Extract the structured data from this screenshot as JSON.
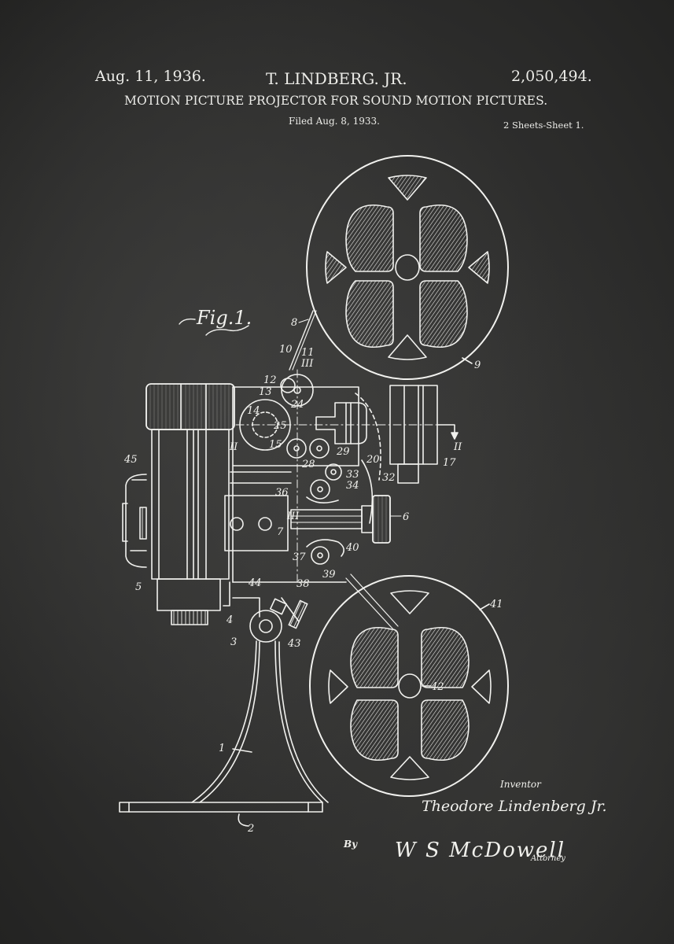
{
  "header": {
    "date": "Aug. 11, 1936.",
    "inventor": "T. LINDBERG. JR.",
    "patent_number": "2,050,494.",
    "title": "MOTION PICTURE PROJECTOR FOR SOUND MOTION PICTURES.",
    "filed": "Filed Aug. 8, 1933.",
    "sheets": "2 Sheets-Sheet 1."
  },
  "figure": {
    "label": "Fig.1.",
    "reference_numerals": [
      "1",
      "2",
      "3",
      "4",
      "5",
      "6",
      "7",
      "8",
      "9",
      "10",
      "11",
      "12",
      "13",
      "14",
      "15",
      "17",
      "20",
      "24",
      "25",
      "28",
      "29",
      "32",
      "33",
      "34",
      "36",
      "37",
      "38",
      "39",
      "40",
      "41",
      "42",
      "43",
      "44",
      "45",
      "II",
      "III"
    ]
  },
  "signatures": {
    "inventor_label": "Inventor",
    "inventor_name": "Theodore Lindenberg Jr.",
    "by_label": "By",
    "attorney_name": "W S McDowell",
    "attorney_label": "Attorney"
  },
  "colors": {
    "background": "#2e2e2d",
    "ink": "#f1f1ee"
  }
}
